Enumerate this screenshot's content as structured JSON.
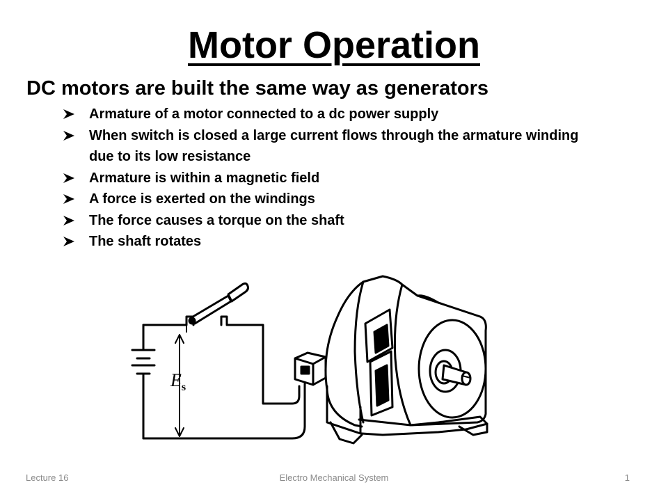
{
  "slide": {
    "title": "Motor Operation",
    "subtitle": "DC motors are built the same way as generators",
    "bullets": [
      "Armature of a motor connected to a dc power supply",
      "When switch is closed a large current flows through the armature winding due to its low resistance",
      "Armature is within a magnetic field",
      "A force is exerted on the windings",
      "The force causes a torque on the shaft",
      "The shaft rotates"
    ],
    "bullet_icon": "arrowhead-bullet-icon",
    "figure": {
      "voltage_label": "E",
      "voltage_subscript": "s"
    }
  },
  "footer": {
    "left": "Lecture 16",
    "center": "Electro Mechanical System",
    "page_number": "1"
  }
}
